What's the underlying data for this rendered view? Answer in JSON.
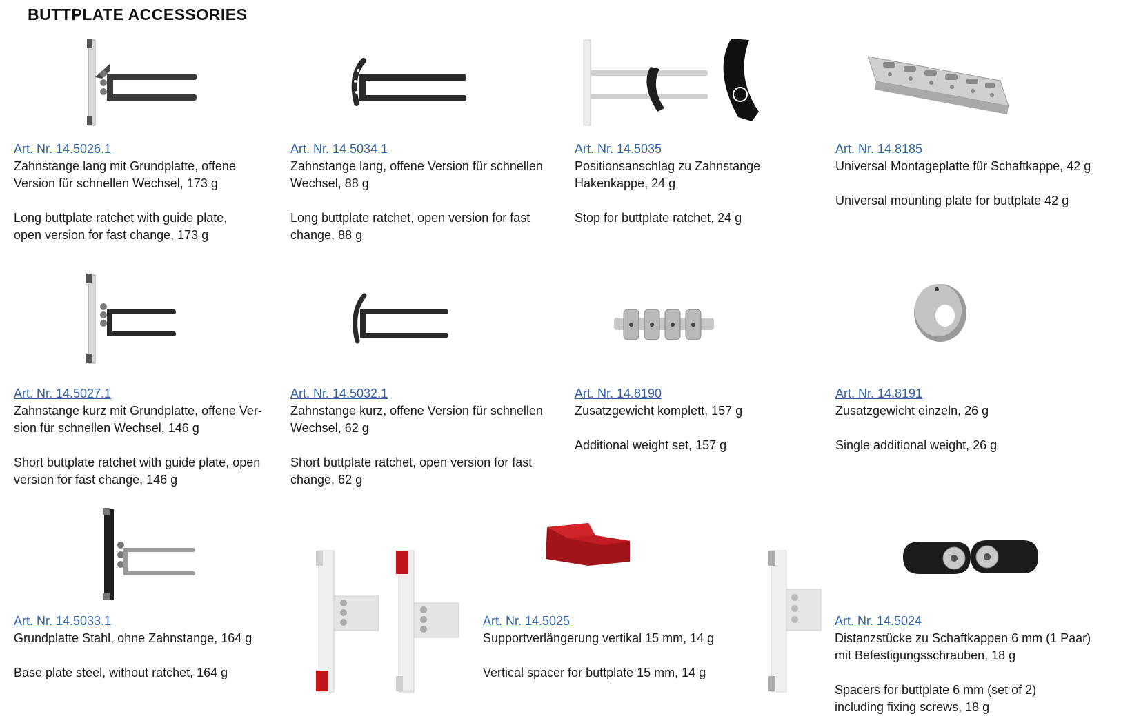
{
  "heading": "BUTTPLATE ACCESSORIES",
  "items": [
    {
      "art": "Art. Nr. 14.5026.1",
      "de": "Zahnstange lang mit Grundplatte, offene\nVersion für schnellen Wechsel, 173 g",
      "en": "Long buttplate ratchet with guide plate,\nopen version for fast change, 173 g"
    },
    {
      "art": "Art. Nr. 14.5034.1",
      "de": "Zahnstange lang, offene Version für schnellen\nWechsel, 88 g",
      "en": "Long buttplate ratchet, open version for fast\nchange, 88 g"
    },
    {
      "art": "Art. Nr. 14.5035",
      "de": "Positionsanschlag zu Zahnstange\nHakenkappe, 24 g",
      "en": "Stop for buttplate ratchet, 24 g"
    },
    {
      "art": "Art. Nr. 14.8185",
      "de": "Universal Montageplatte für Schaftkappe, 42 g",
      "en": "Universal mounting plate for buttplate 42 g"
    },
    {
      "art": "Art. Nr. 14.5027.1",
      "de": "Zahnstange kurz mit Grundplatte, offene Ver-\nsion für schnellen Wechsel, 146 g",
      "en": "Short buttplate ratchet with guide plate, open\nversion for fast change, 146 g"
    },
    {
      "art": "Art. Nr. 14.5032.1",
      "de": "Zahnstange kurz, offene Version für schnellen\nWechsel, 62 g",
      "en": "Short buttplate ratchet, open version for fast\nchange, 62 g"
    },
    {
      "art": "Art. Nr. 14.8190",
      "de": "Zusatzgewicht komplett, 157 g",
      "en": "Additional weight set, 157 g"
    },
    {
      "art": "Art. Nr. 14.8191",
      "de": "Zusatzgewicht einzeln, 26 g",
      "en": "Single additional weight, 26 g"
    },
    {
      "art": "Art. Nr. 14.5033.1",
      "de": "Grundplatte Stahl, ohne Zahnstange, 164 g",
      "en": "Base plate steel, without ratchet, 164 g"
    },
    {
      "art": "Art. Nr. 14.5025",
      "de": "Supportverlängerung vertikal 15 mm, 14 g",
      "en": "Vertical spacer for buttplate 15 mm, 14 g"
    },
    {
      "art": "Art. Nr. 14.5024",
      "de": "Distanzstücke zu Schaftkappen 6 mm (1 Paar)\nmit Befestigungsschrauben, 18 g",
      "en": "Spacers for buttplate 6 mm (set of 2)\nincluding fixing screws, 18 g"
    }
  ],
  "colors": {
    "link": "#2f5fa3",
    "dark_part": "#2a2a2a",
    "silver": "#c9c9c9",
    "red_part": "#c0141a"
  }
}
